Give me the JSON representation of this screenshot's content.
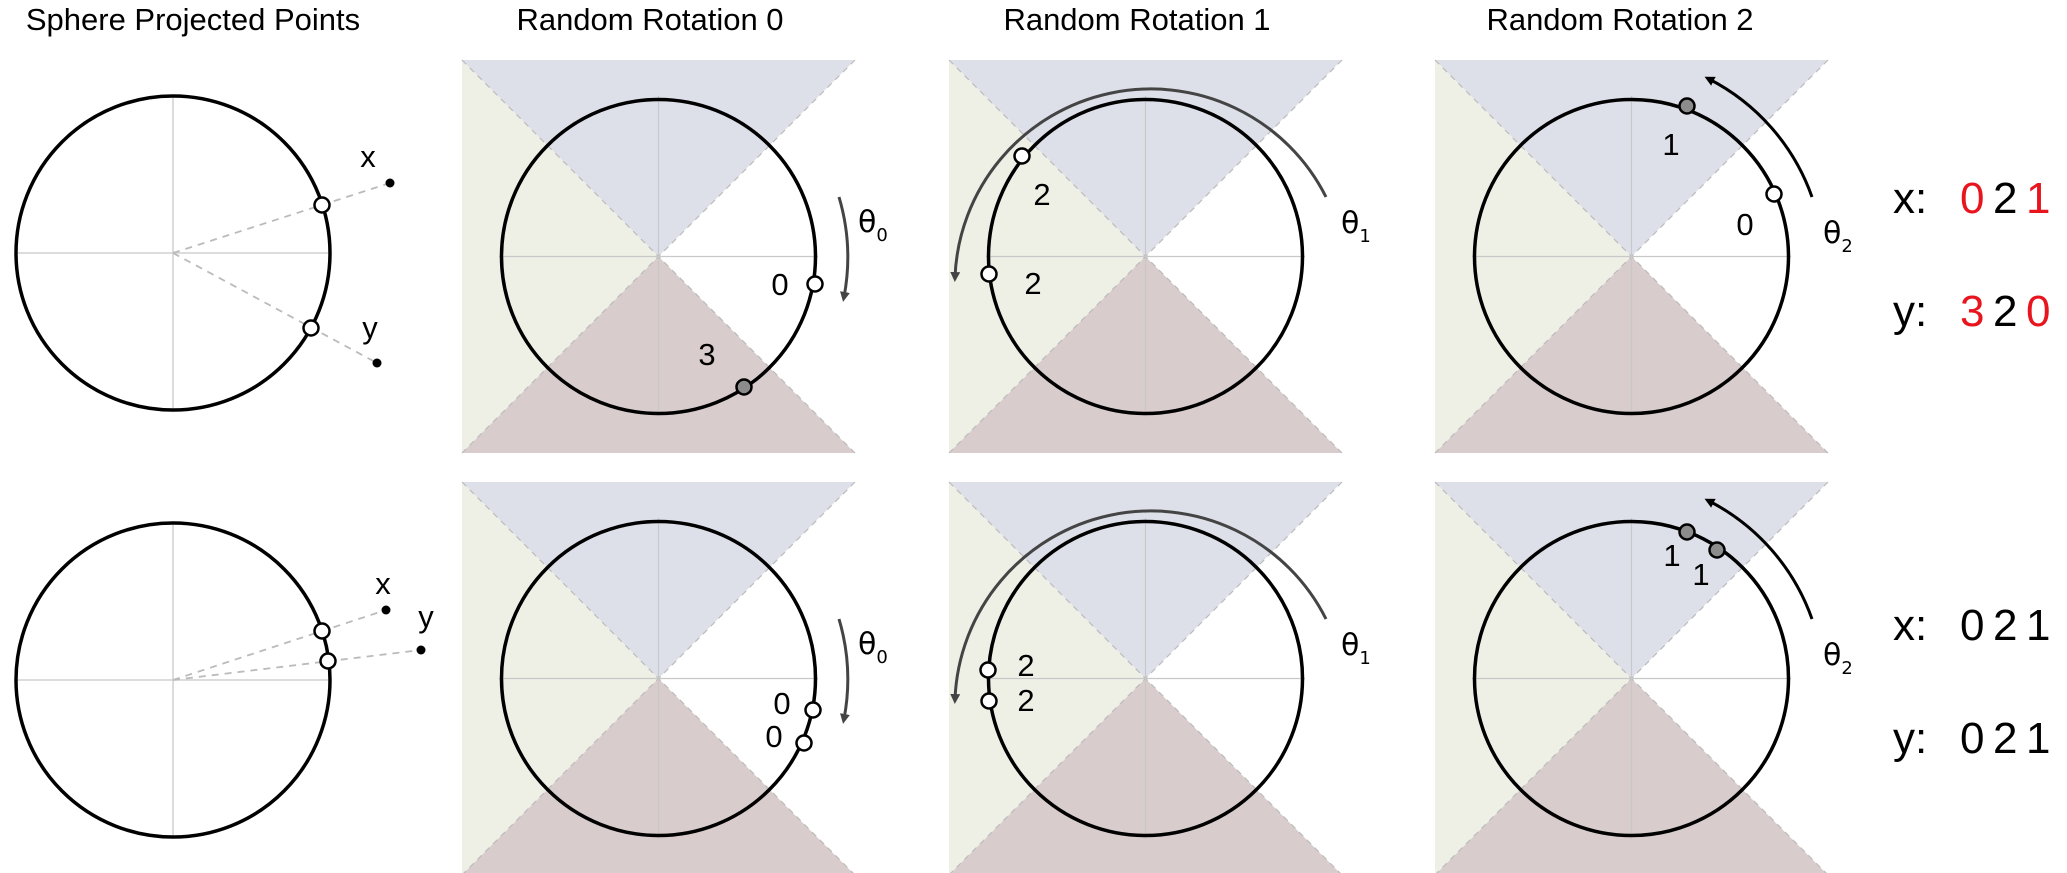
{
  "titles": [
    "Sphere Projected Points",
    "Random Rotation 0",
    "Random Rotation 1",
    "Random Rotation 2"
  ],
  "colors": {
    "top_region": "#dde0e9",
    "left_region": "#eef0e6",
    "bottom_region": "#d9cccc",
    "right_region": "#ffffff",
    "highlight": "#e8141e",
    "filled_point": "#8c8c8c"
  },
  "rows": [
    {
      "sphere": {
        "point_labels": [
          "x",
          "y"
        ]
      },
      "rotations": [
        {
          "theta_symbol": "θ",
          "theta_sub": "0",
          "point_labels": [
            "0",
            "3"
          ]
        },
        {
          "theta_symbol": "θ",
          "theta_sub": "1",
          "point_labels": [
            "2",
            "2"
          ]
        },
        {
          "theta_symbol": "θ",
          "theta_sub": "2",
          "point_labels": [
            "0",
            "1"
          ]
        }
      ],
      "codes": [
        {
          "label": "x:",
          "digits": [
            {
              "value": "0",
              "highlight": true
            },
            {
              "value": "2",
              "highlight": false
            },
            {
              "value": "1",
              "highlight": true
            }
          ]
        },
        {
          "label": "y:",
          "digits": [
            {
              "value": "3",
              "highlight": true
            },
            {
              "value": "2",
              "highlight": false
            },
            {
              "value": "0",
              "highlight": true
            }
          ]
        }
      ]
    },
    {
      "sphere": {
        "point_labels": [
          "x",
          "y"
        ]
      },
      "rotations": [
        {
          "theta_symbol": "θ",
          "theta_sub": "0",
          "point_labels": [
            "0",
            "0"
          ]
        },
        {
          "theta_symbol": "θ",
          "theta_sub": "1",
          "point_labels": [
            "2",
            "2"
          ]
        },
        {
          "theta_symbol": "θ",
          "theta_sub": "2",
          "point_labels": [
            "1",
            "1"
          ]
        }
      ],
      "codes": [
        {
          "label": "x:",
          "digits": [
            {
              "value": "0",
              "highlight": false
            },
            {
              "value": "2",
              "highlight": false
            },
            {
              "value": "1",
              "highlight": false
            }
          ]
        },
        {
          "label": "y:",
          "digits": [
            {
              "value": "0",
              "highlight": false
            },
            {
              "value": "2",
              "highlight": false
            },
            {
              "value": "1",
              "highlight": false
            }
          ]
        }
      ]
    }
  ]
}
